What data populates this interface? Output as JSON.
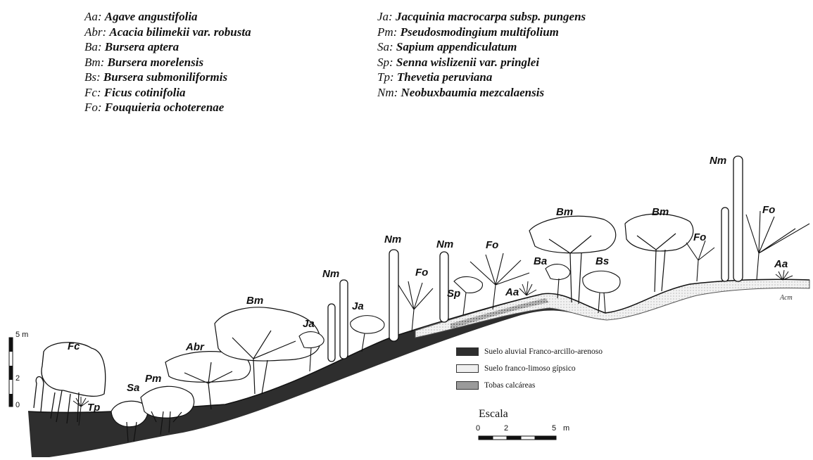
{
  "legend_left": [
    {
      "code": "Aa:",
      "name": "Agave angustifolia",
      "qual": ""
    },
    {
      "code": "Abr:",
      "name": "Acacia bilimekii",
      "qual": " var. robusta"
    },
    {
      "code": "Ba:",
      "name": "Bursera aptera",
      "qual": ""
    },
    {
      "code": "Bm:",
      "name": "Bursera morelensis",
      "qual": ""
    },
    {
      "code": "Bs:",
      "name": "Bursera submoniliformis",
      "qual": ""
    },
    {
      "code": "Fc:",
      "name": "Ficus cotinifolia",
      "qual": ""
    },
    {
      "code": "Fo:",
      "name": "Fouquieria ochoterenae",
      "qual": ""
    }
  ],
  "legend_right": [
    {
      "code": "Ja:",
      "name": "Jacquinia macrocarpa",
      "qual": " subsp. pungens"
    },
    {
      "code": "Pm:",
      "name": "Pseudosmodingium multifolium",
      "qual": ""
    },
    {
      "code": "Sa:",
      "name": "Sapium appendiculatum",
      "qual": ""
    },
    {
      "code": "Sp:",
      "name": "Senna wislizenii",
      "qual": " var. pringlei"
    },
    {
      "code": "Tp:",
      "name": "Thevetia peruviana",
      "qual": ""
    },
    {
      "code": "Nm:",
      "name": "Neobuxbaumia mezcalaensis",
      "qual": ""
    }
  ],
  "plant_labels": {
    "fc": "Fc",
    "tp": "Tp",
    "sa": "Sa",
    "pm": "Pm",
    "abr": "Abr",
    "bm1": "Bm",
    "ja1": "Ja",
    "nm1": "Nm",
    "ja2": "Ja",
    "nm2": "Nm",
    "fo1": "Fo",
    "nm3": "Nm",
    "sp": "Sp",
    "fo2": "Fo",
    "aa1": "Aa",
    "ba": "Ba",
    "bm2": "Bm",
    "bs": "Bs",
    "bm3": "Bm",
    "fo3": "Fo",
    "nm4": "Nm",
    "fo4": "Fo",
    "aa2": "Aa"
  },
  "soil_legend": [
    {
      "label": "Suelo aluvial Franco-arcillo-arenoso",
      "color": "#333333"
    },
    {
      "label": "Suelo franco-limoso gípsico",
      "color": "#e6e6e6"
    },
    {
      "label": "Tobas calcáreas",
      "color": "#9a9a9a"
    }
  ],
  "scale": {
    "title": "Escala",
    "t0": "0",
    "t2": "2",
    "t5": "5",
    "unit": "m"
  },
  "vertical_scale": {
    "top": "5 m",
    "mid": "2",
    "bottom": "0"
  },
  "credit": "Acm"
}
